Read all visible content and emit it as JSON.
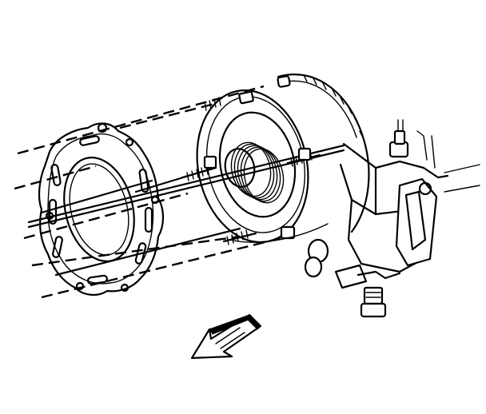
{
  "figure": {
    "kind": "exploded-assembly-line-drawing",
    "components": [
      "adapter-plate",
      "bolts",
      "flywheel-housing",
      "mount-bracket",
      "direction-arrow"
    ],
    "colors": {
      "ink": "#000000",
      "paper": "#ffffff"
    }
  }
}
